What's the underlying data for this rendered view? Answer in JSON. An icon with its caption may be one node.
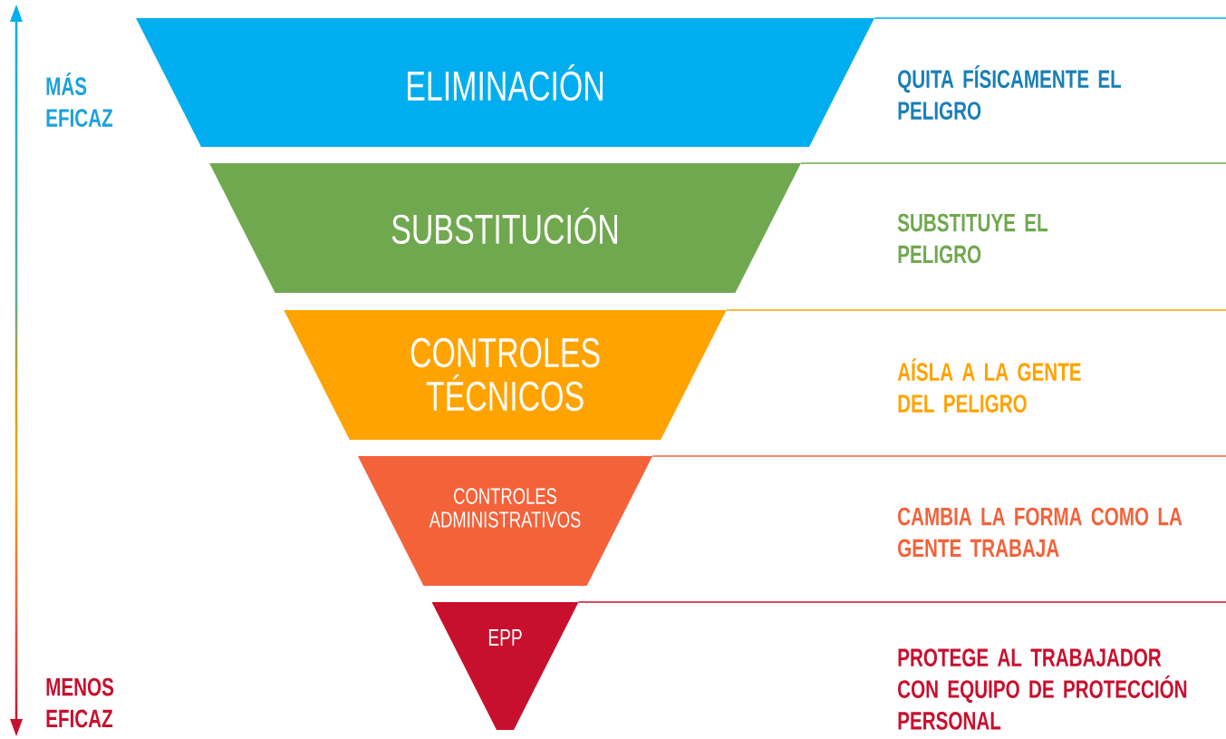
{
  "diagram": {
    "nodes": [
      {
        "text": [
          "ELIMINACIÓN"
        ]
      },
      {
        "text": [
          "SUBSTITUCIÓN"
        ]
      },
      {
        "text": [
          "CONTROLES TÉCNICOS"
        ]
      },
      {
        "text": [
          "CONTROLES ADMINISTRATIVOS"
        ]
      },
      {
        "text": [
          "EPP"
        ]
      }
    ],
    "labels": [
      "MÁS EFICAZ",
      "QUITA FÍSICAMENTE EL PELIGRO",
      "SUBSTITUYE EL PELIGRO",
      "AÍSLA A LA GENTE DEL PELIGRO",
      "CAMBIA LA FORMA COMO LA GENTE TRABAJA",
      "MENOS EFICAZ",
      "PROTEGE AL TRABAJADOR CON EQUIPO DE PROTECCIÓN PERSONAL"
    ]
  }
}
